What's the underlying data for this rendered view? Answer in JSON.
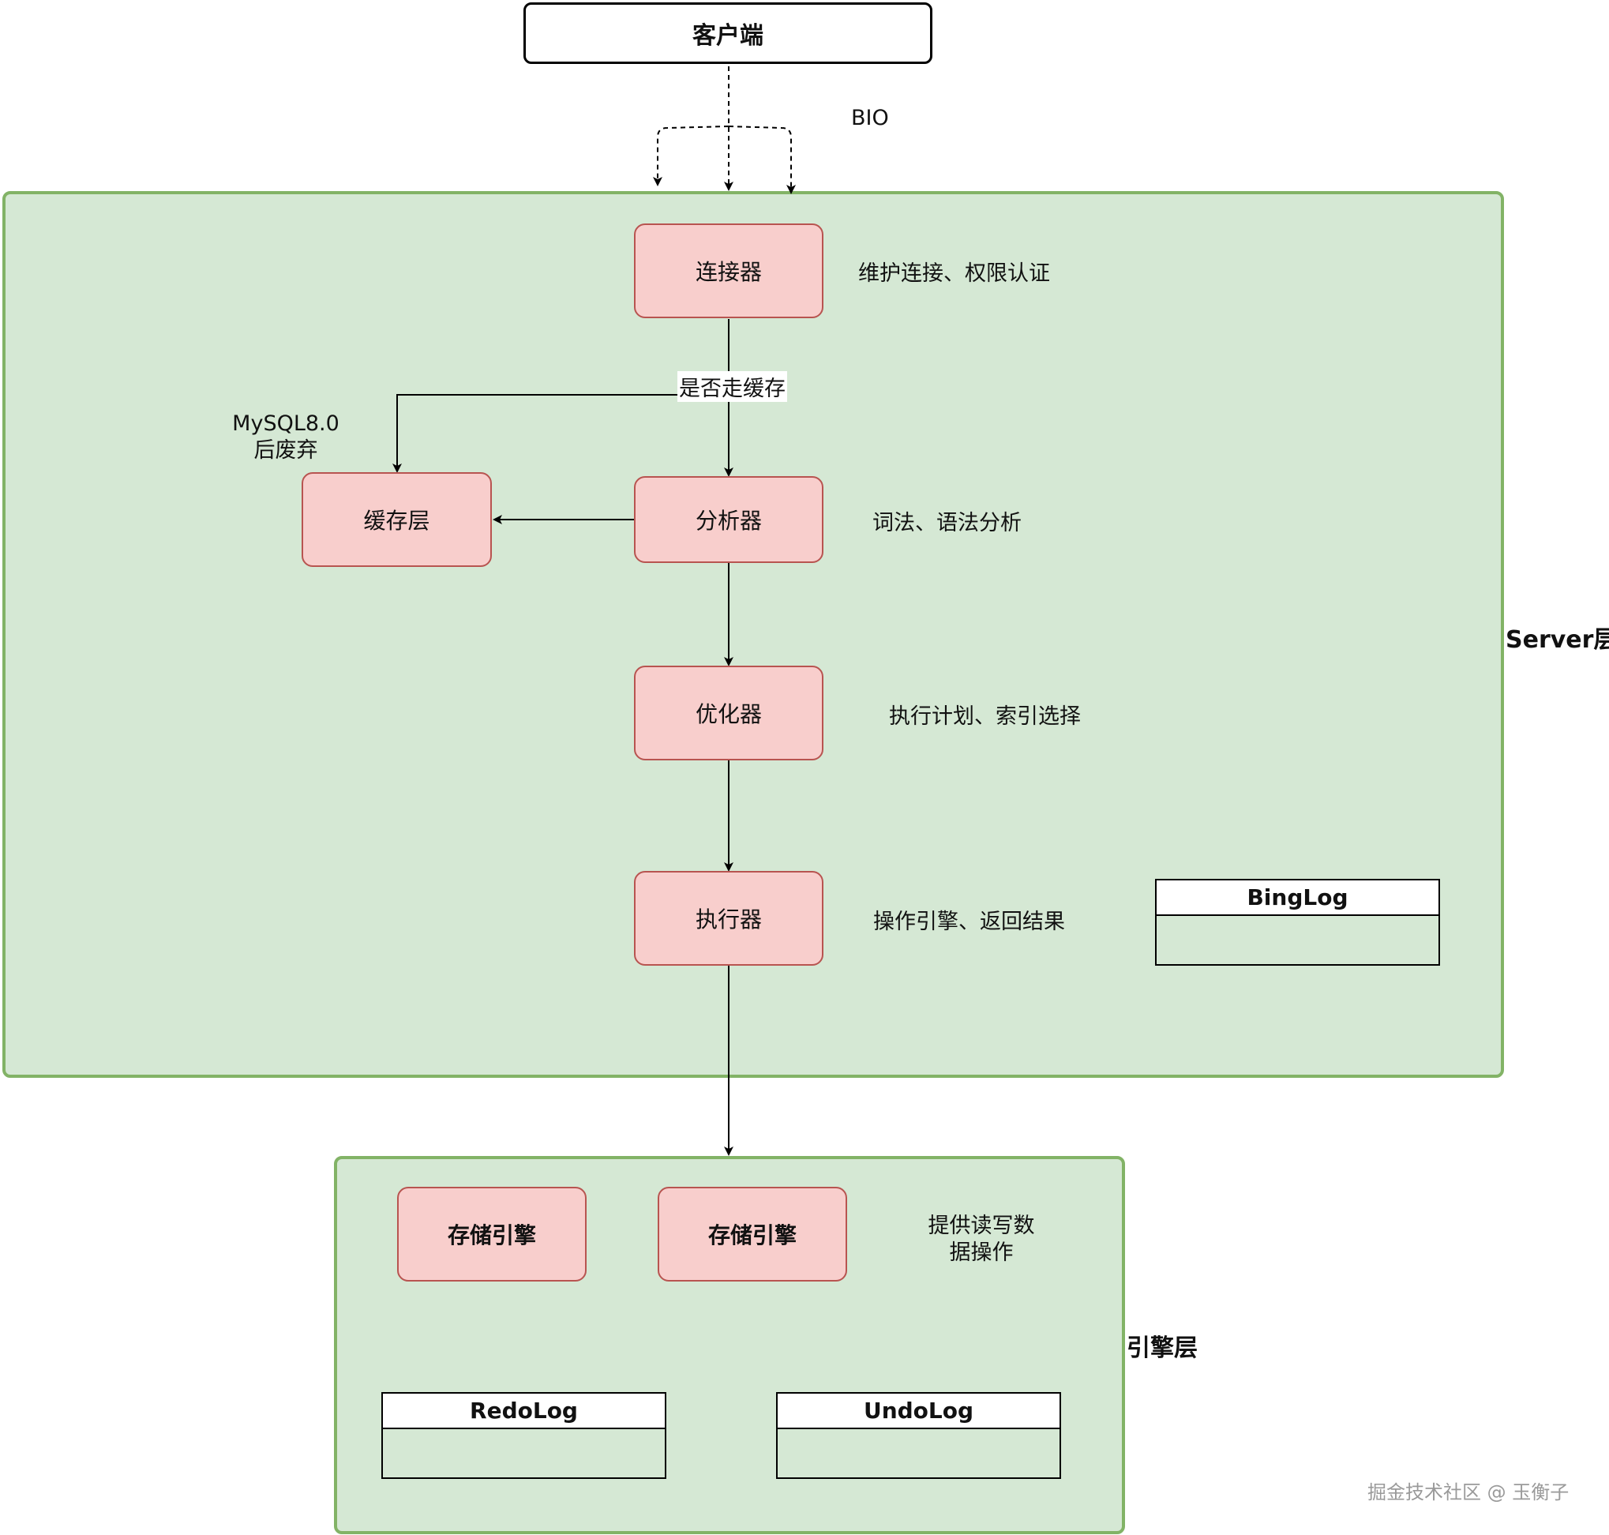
{
  "client": {
    "label": "客户端"
  },
  "bio_label": "BIO",
  "server_layer": {
    "label": "Server层",
    "connector": {
      "label": "连接器",
      "note": "维护连接、权限认证"
    },
    "cache_decision": "是否走缓存",
    "cache_note": [
      "MySQL8.0",
      "后废弃"
    ],
    "cache": {
      "label": "缓存层"
    },
    "analyzer": {
      "label": "分析器",
      "note": "词法、语法分析"
    },
    "optimizer": {
      "label": "优化器",
      "note": "执行计划、索引选择"
    },
    "executor": {
      "label": "执行器",
      "note": "操作引擎、返回结果"
    },
    "binlog": {
      "label": "BingLog"
    }
  },
  "engine_layer": {
    "label": "引擎层",
    "engines": [
      "存储引擎",
      "存储引擎"
    ],
    "note": [
      "提供读写数",
      "据操作"
    ],
    "redolog": {
      "label": "RedoLog"
    },
    "undolog": {
      "label": "UndoLog"
    }
  },
  "watermark": "掘金技术社区 @ 玉衡子",
  "colors": {
    "layer_fill": "#d5e8d4",
    "layer_stroke": "#82b366",
    "node_fill": "#f8cecc",
    "node_stroke": "#b85450"
  }
}
